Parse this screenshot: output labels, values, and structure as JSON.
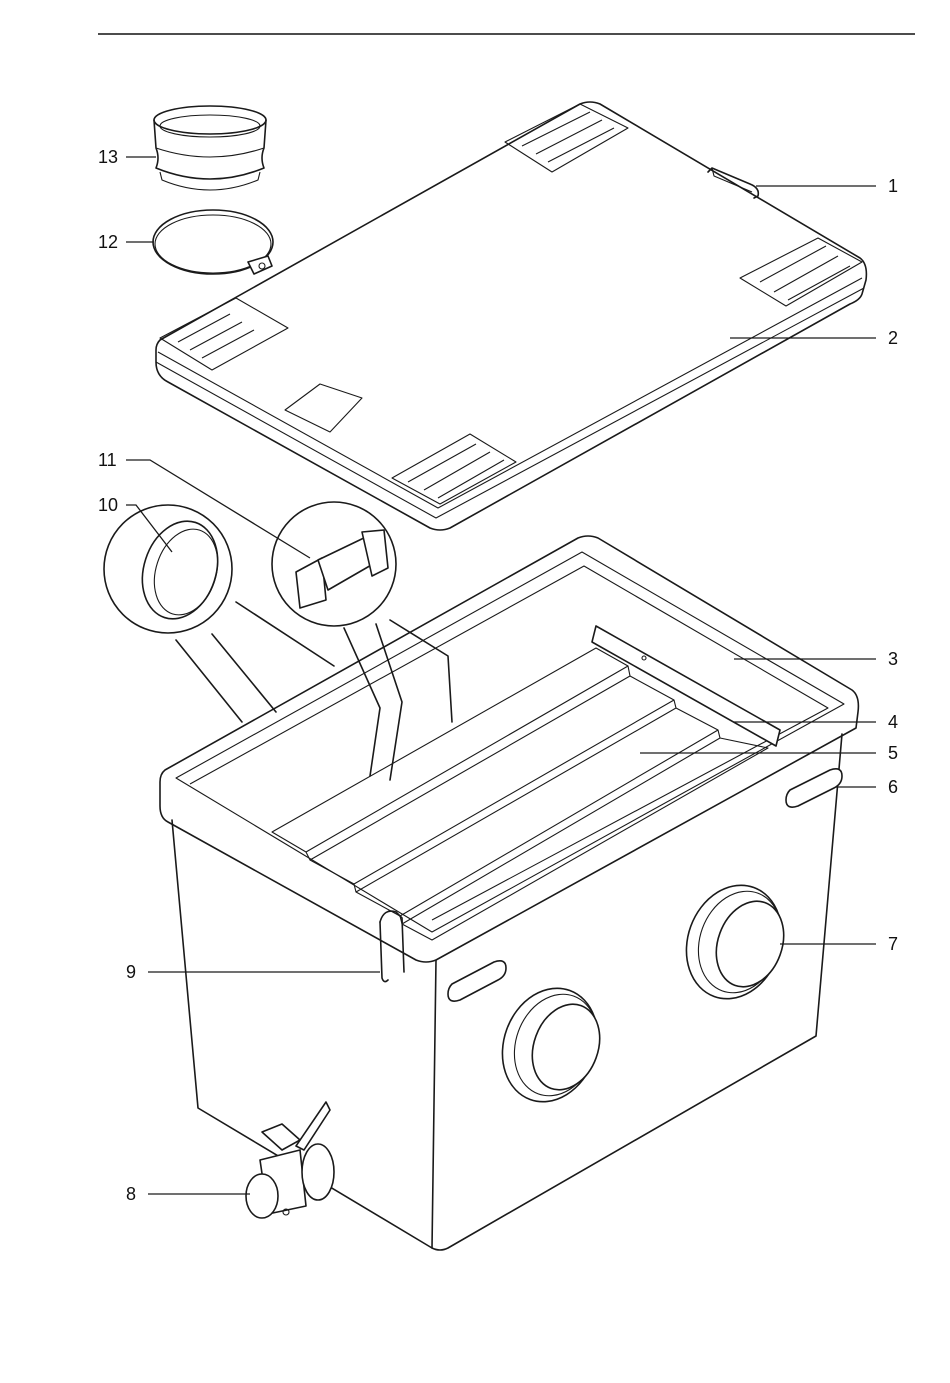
{
  "callouts": [
    {
      "num": "1",
      "target": "lid-handle"
    },
    {
      "num": "2",
      "target": "lid"
    },
    {
      "num": "3",
      "target": "filter-housing-rim"
    },
    {
      "num": "4",
      "target": "filter-plate"
    },
    {
      "num": "5",
      "target": "filter-chambers"
    },
    {
      "num": "6",
      "target": "side-handle"
    },
    {
      "num": "7",
      "target": "inlet-connector"
    },
    {
      "num": "8",
      "target": "drain-valve"
    },
    {
      "num": "9",
      "target": "retaining-clip"
    },
    {
      "num": "10",
      "target": "connector-seal-detail"
    },
    {
      "num": "11",
      "target": "connector-clip-detail"
    },
    {
      "num": "12",
      "target": "hose-clamp"
    },
    {
      "num": "13",
      "target": "hose-adapter"
    }
  ]
}
